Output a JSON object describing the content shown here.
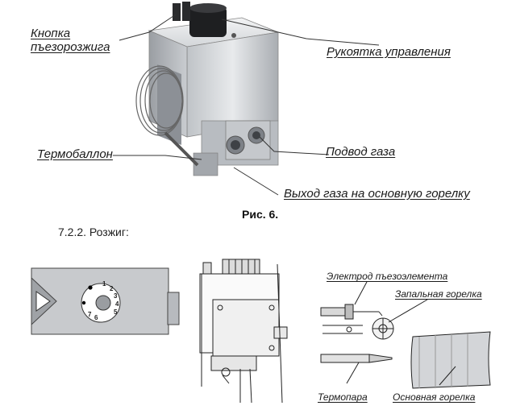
{
  "figure": {
    "caption": "Рис. 6.",
    "labels": {
      "piezo_button_l1": "Кнопка",
      "piezo_button_l2": "пъезорозжига",
      "control_knob": "Рукоятка управления",
      "thermobulb": "Термобаллон",
      "gas_inlet": "Подвод газа",
      "gas_outlet": "Выход газа на основную горелку"
    }
  },
  "section": {
    "heading": "7.2.2.  Розжиг:"
  },
  "ignition": {
    "dial_numbers": [
      "1",
      "2",
      "3",
      "4",
      "5",
      "6",
      "7"
    ],
    "labels": {
      "piezo_electrode": "Электрод пъезоэлемента",
      "pilot_burner": "Запальная горелка",
      "thermocouple": "Термопара",
      "main_burner": "Основная горелка"
    }
  }
}
